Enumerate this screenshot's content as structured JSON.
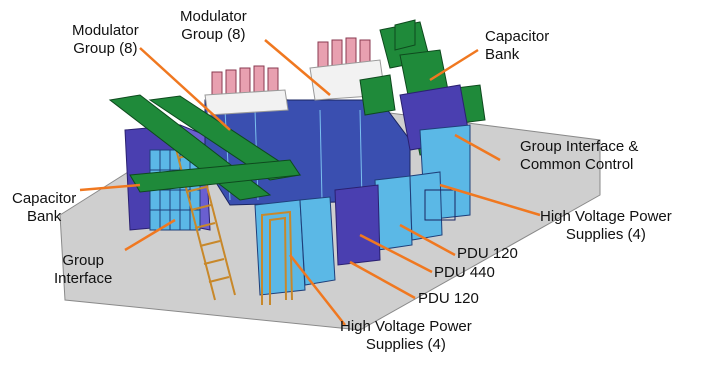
{
  "labels": {
    "modulator_left": "Modulator\nGroup (8)",
    "modulator_center": "Modulator\nGroup (8)",
    "capacitor_right": "Capacitor\nBank",
    "group_interface_common": "Group Interface &\nCommon Control",
    "capacitor_left": "Capacitor\nBank",
    "group_interface_left": "Group\nInterface",
    "hv_supplies_right": "High Voltage Power\nSupplies (4)",
    "pdu_120_top": "PDU 120",
    "pdu_440": "PDU 440",
    "pdu_120_bottom": "PDU 120",
    "hv_supplies_bottom": "High Voltage Power\nSupplies (4)"
  },
  "colors": {
    "leader_line": "#f07820",
    "floor": "#c9c9c9",
    "cabinet_blue": "#5bb8e6",
    "capacitor_purple": "#4a3fb0",
    "duct_green": "#1f8a3a",
    "modulator_pink": "#e8a0b0"
  }
}
